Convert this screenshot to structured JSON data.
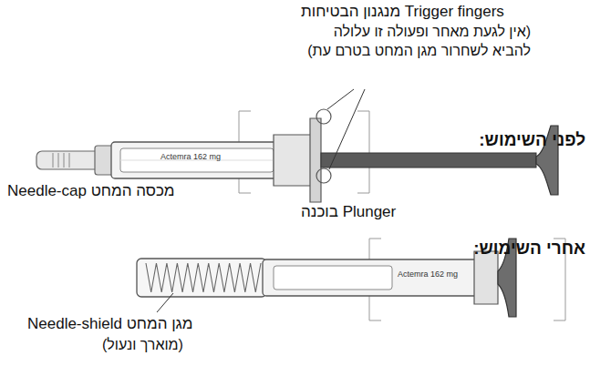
{
  "diagram": {
    "labels": [
      "מנגנון הבטיחות Trigger fingers",
      "(אין לגעת מאחר ופעולה זו עלולה להביא לשחרור מגן המחט בטרם עת)",
      "לפני השימוש:",
      "Actemra 162 mg",
      "Needle-cap מכסה המחט",
      "בוכנה Plunger",
      "אחרי השימוש:",
      "Actemra 162 mg",
      "Needle-shield מגן המחט",
      "(מוארך ונעול)"
    ]
  }
}
